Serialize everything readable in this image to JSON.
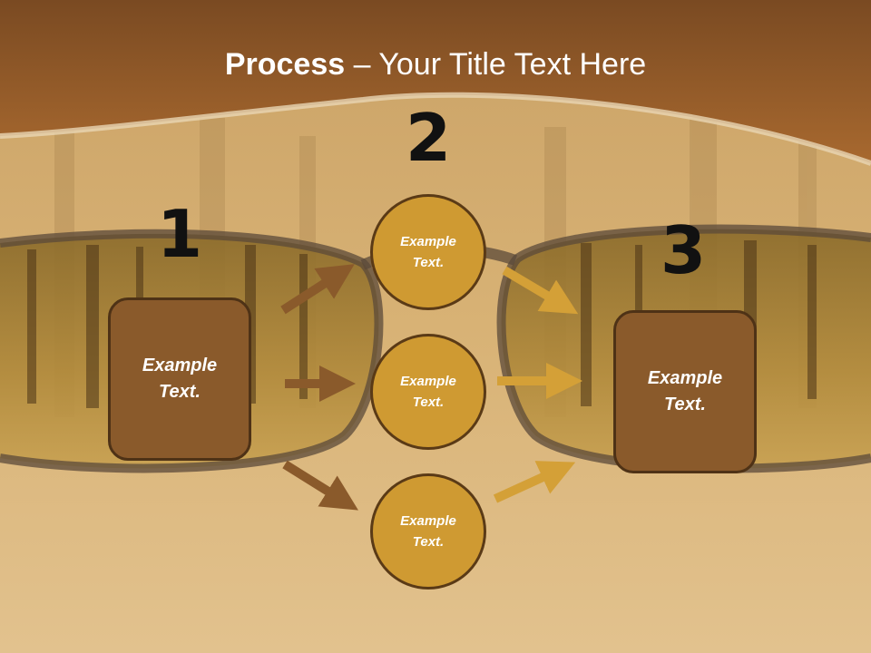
{
  "title": {
    "bold": "Process",
    "rest": " – Your Title Text Here"
  },
  "steps": {
    "one": "1",
    "two": "2",
    "three": "3"
  },
  "nodes": {
    "left_box": "Example\nText.",
    "circle_top": "Example\nText.",
    "circle_middle": "Example\nText.",
    "circle_bottom": "Example\nText.",
    "right_box": "Example\nText."
  },
  "colors": {
    "banner": "#8f5a2a",
    "box_fill": "#8a5a2b",
    "circle_fill": "#cf9a32",
    "left_arrows": "#8a5a2b",
    "right_arrows": "#d4a037"
  }
}
